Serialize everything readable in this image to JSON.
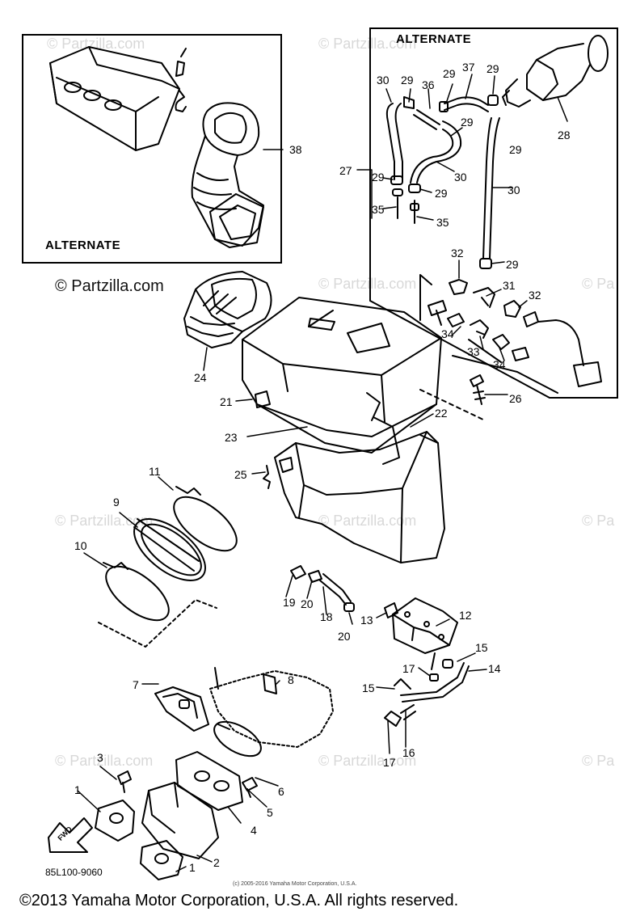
{
  "insets": {
    "left_label": "ALTERNATE",
    "right_label": "ALTERNATE"
  },
  "watermark": {
    "text": "© Partzilla.com",
    "faint_a": "© Partzilla.com",
    "faint_b": "© Partzilla.com",
    "faint_c": "© Partzilla.com",
    "faint_d": "© Partzilla.com",
    "faint_e": "© Partzilla.com",
    "faint_f": "© Partzilla.com",
    "faint_g": "© Partzilla.com",
    "faint_h": "© Pa",
    "faint_i": "© Pa",
    "faint_j": "© Pa"
  },
  "fwd_label": "FWD",
  "diagram_code": "85L100-9060",
  "small_copyright": "(c) 2005-2016 Yamaha Motor Corporation, U.S.A.",
  "footer": "©2013 Yamaha Motor Corporation, U.S.A. All rights reserved.",
  "callouts": {
    "c1a": "1",
    "c1b": "1",
    "c2": "2",
    "c3": "3",
    "c4": "4",
    "c5": "5",
    "c6": "6",
    "c7": "7",
    "c8": "8",
    "c9": "9",
    "c10": "10",
    "c11": "11",
    "c12": "12",
    "c13": "13",
    "c14": "14",
    "c15a": "15",
    "c15b": "15",
    "c16": "16",
    "c17a": "17",
    "c17b": "17",
    "c18": "18",
    "c19": "19",
    "c20a": "20",
    "c20b": "20",
    "c21": "21",
    "c22": "22",
    "c23": "23",
    "c24": "24",
    "c25": "25",
    "c26": "26",
    "c27": "27",
    "c28": "28",
    "c29a": "29",
    "c29b": "29",
    "c29c": "29",
    "c29d": "29",
    "c29e": "29",
    "c29f": "29",
    "c29g": "29",
    "c29h": "29",
    "c30a": "30",
    "c30b": "30",
    "c30c": "30",
    "c31": "31",
    "c32a": "32",
    "c32b": "32",
    "c33": "33",
    "c34a": "34",
    "c34b": "34",
    "c35a": "35",
    "c35b": "35",
    "c36": "36",
    "c37": "37",
    "c38": "38"
  }
}
